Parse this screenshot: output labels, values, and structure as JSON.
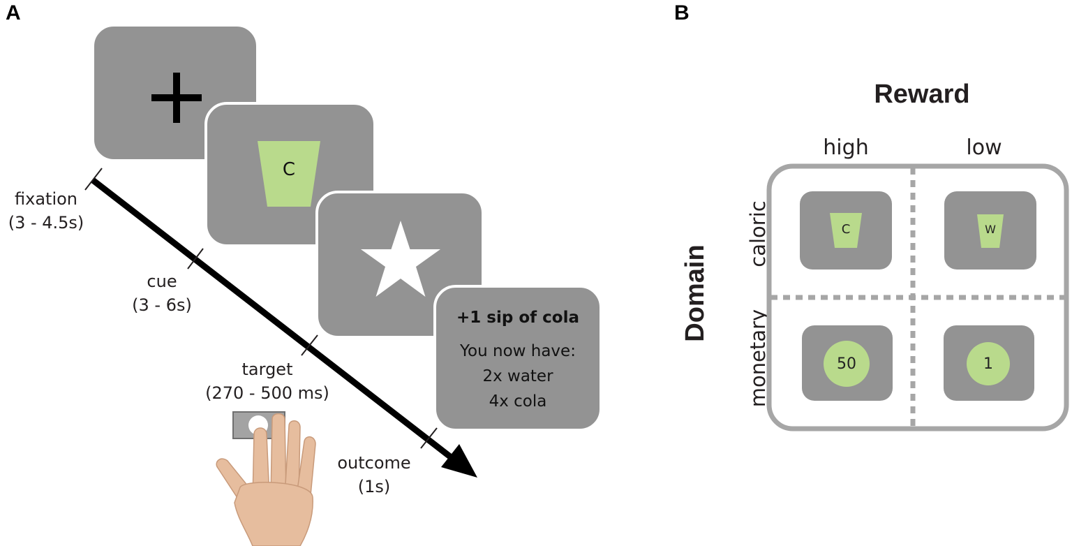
{
  "colors": {
    "screen_gray": "#939393",
    "cue_green": "#b9da8c",
    "frame_gray": "#a6a6a6",
    "text_dark": "#231f20"
  },
  "panel_a": {
    "letter": "A",
    "cue_label": "C",
    "outcome": {
      "headline": "+1 sip of cola",
      "line1": "You now have:",
      "line2": "2x water",
      "line3": "4x cola"
    },
    "timeline": {
      "fixation": {
        "name": "fixation",
        "duration": "(3 - 4.5s)"
      },
      "cue": {
        "name": "cue",
        "duration": "(3 - 6s)"
      },
      "target": {
        "name": "target",
        "duration": "(270 - 500 ms)"
      },
      "outcome": {
        "name": "outcome",
        "duration": "(1s)"
      }
    }
  },
  "panel_b": {
    "letter": "B",
    "title": "Reward",
    "col_high": "high",
    "col_low": "low",
    "row_title": "Domain",
    "row_caloric": "caloric",
    "row_monetary": "monetary",
    "cells": {
      "caloric_high": "C",
      "caloric_low": "W",
      "monetary_high": "50",
      "monetary_low": "1"
    }
  }
}
